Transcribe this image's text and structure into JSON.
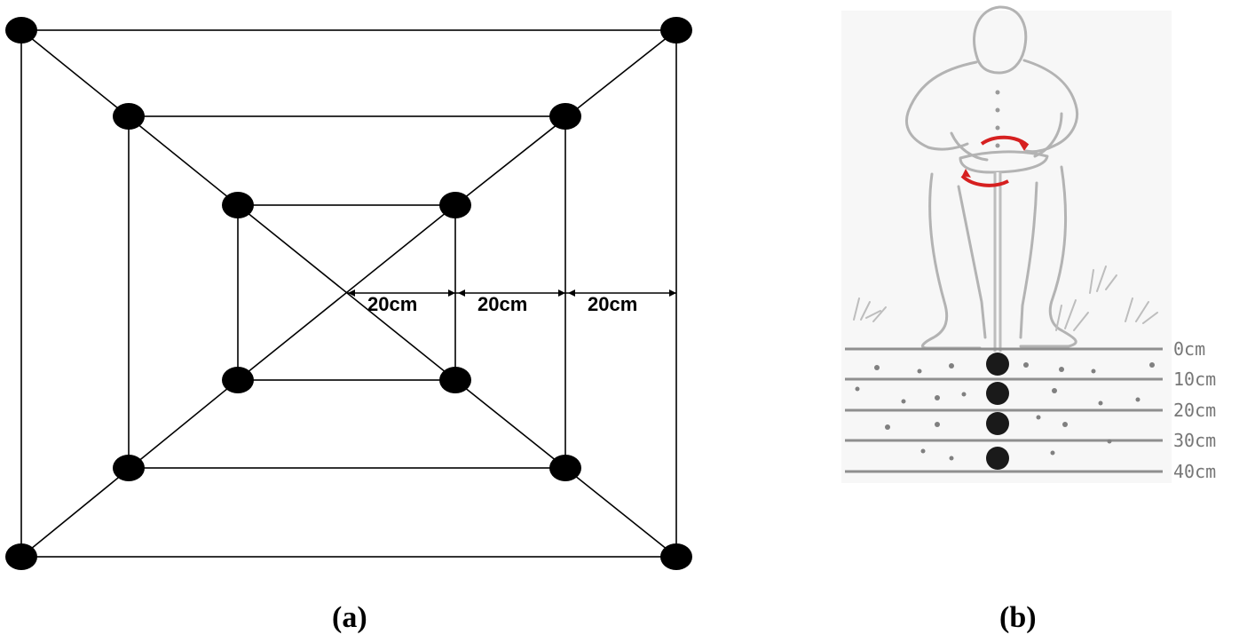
{
  "panel_a": {
    "caption": "(a)",
    "dimension_labels": [
      "20cm",
      "20cm",
      "20cm"
    ]
  },
  "panel_b": {
    "caption": "(b)",
    "depth_labels": [
      "0cm",
      "10cm",
      "20cm",
      "30cm",
      "40cm"
    ]
  },
  "colors": {
    "ink": "#000000",
    "sketch_gray": "#b3b3b3",
    "soil_line": "#8f8f8f",
    "rotation_arrow": "#d62020",
    "background_b": "#f7f7f7"
  }
}
